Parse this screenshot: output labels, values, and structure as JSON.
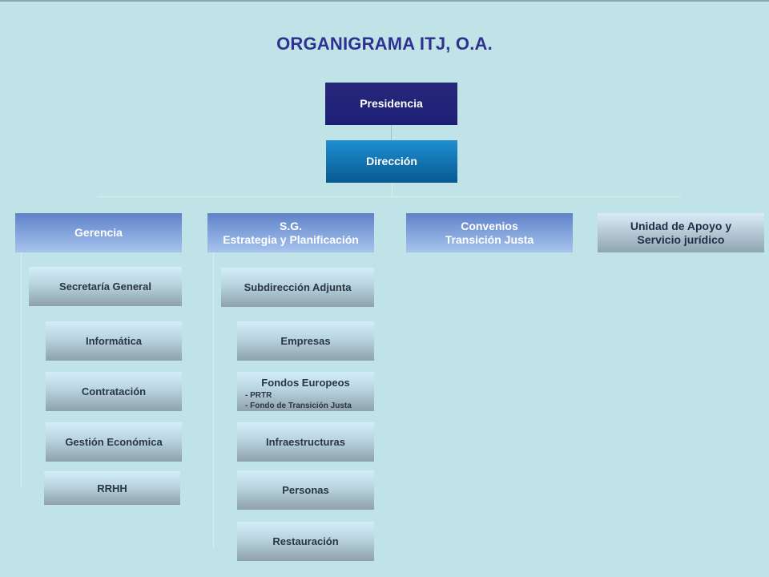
{
  "title": "ORGANIGRAMA ITJ, O.A.",
  "presidencia": "Presidencia",
  "direccion": "Dirección",
  "gerencia": {
    "label": "Gerencia",
    "children": [
      "Secretaría General",
      "Informática",
      "Contratación",
      "Gestión Económica",
      "RRHH"
    ]
  },
  "sg": {
    "line1": "S.G.",
    "line2": "Estrategia y Planificación",
    "children": {
      "subdireccion": "Subdirección Adjunta",
      "empresas": "Empresas",
      "fondos": {
        "label": "Fondos Europeos",
        "items": [
          "- PRTR",
          "- Fondo de Transición Justa"
        ]
      },
      "infraestructuras": "Infraestructuras",
      "personas": "Personas",
      "restauracion": "Restauración"
    }
  },
  "convenios": {
    "line1": "Convenios",
    "line2": "Transición Justa"
  },
  "unidad": {
    "line1": "Unidad de Apoyo y",
    "line2": "Servicio jurídico"
  },
  "colors": {
    "background": "#bfe3e6",
    "title": "#2e3192",
    "presidencia": "#1d1f76",
    "direccion": "#0b6fae",
    "level1": "#7b9fdc"
  }
}
